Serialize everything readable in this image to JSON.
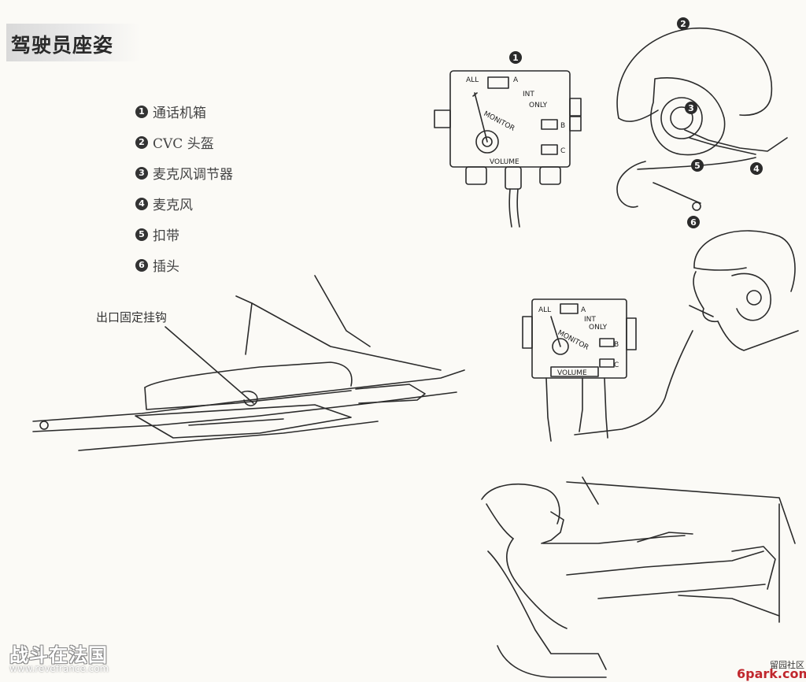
{
  "title": "驾驶员座姿",
  "legend": [
    {
      "num": "1",
      "label": "通话机箱"
    },
    {
      "num": "2",
      "label": "CVC 头盔"
    },
    {
      "num": "3",
      "label": "麦克风调节器"
    },
    {
      "num": "4",
      "label": "麦克风"
    },
    {
      "num": "5",
      "label": "扣带"
    },
    {
      "num": "6",
      "label": "插头"
    }
  ],
  "callout": "出口固定挂钩",
  "intercom_labels": {
    "all": "ALL",
    "a": "A",
    "int": "INT",
    "only": "ONLY",
    "monitor": "MONITOR",
    "b": "B",
    "c": "C",
    "volume": "VOLUME"
  },
  "diagram_numbers": {
    "box": "1",
    "helmet": "2",
    "adjuster": "3",
    "mic": "4",
    "strap": "5",
    "plug": "6"
  },
  "watermark": {
    "left_title": "战斗在法国",
    "left_url": "www.revefrance.com",
    "right_small": "留园社区",
    "right_brand": "6park.com"
  }
}
